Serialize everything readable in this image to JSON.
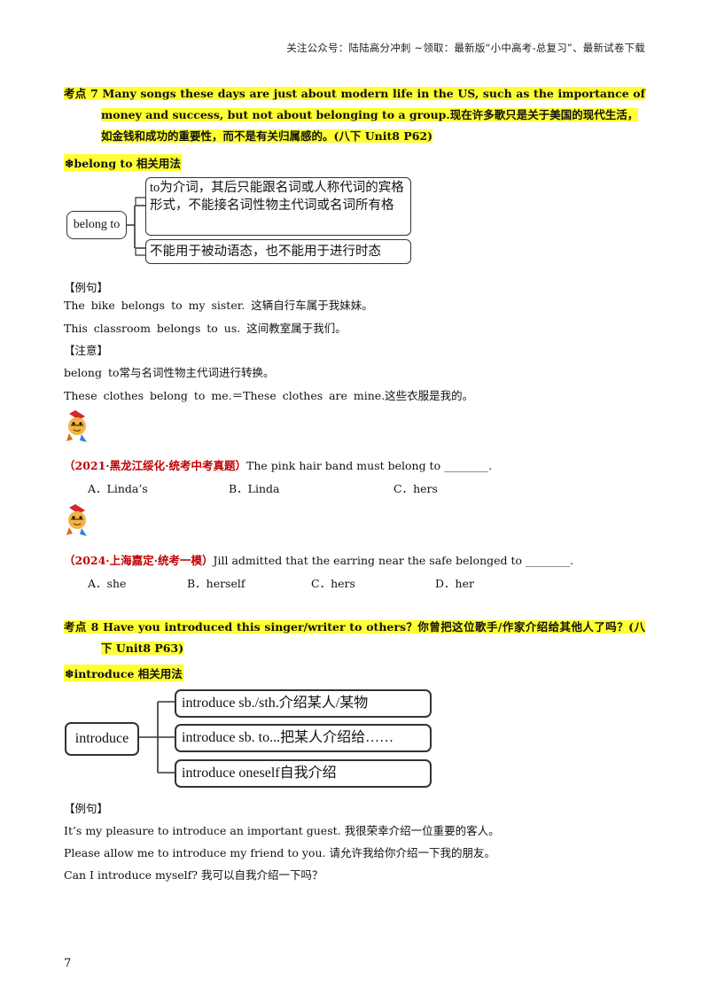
{
  "header": "关注公众号：陆陆高分冲刺 ~领取：最新版“小中高考-总复习”、最新试卷下载",
  "section7": {
    "line1": "考点 7 Many songs these days are just about modern life in the US, such as the importance of",
    "line2": "money and success, but not about belonging to a group.现在许多歌只是关于美国的现代生活，",
    "line3": "如金钱和成功的重要性，而不是有关归属感的。(八下 Unit8 P62)",
    "subheading": "❄belong to 相关用法",
    "diagram": {
      "root": "belong to",
      "branch1": "to为介词，其后只能跟名词或人称代词的宾格形式，不能接名词性物主代词或名词所有格",
      "branch2": "不能用于被动语态，也不能用于进行时态"
    },
    "example_label": "【例句】",
    "examples": [
      "The bike belongs to my sister. 这辆自行车属于我妹妹。",
      "This classroom belongs to us. 这间教室属于我们。"
    ],
    "note_label": "【注意】",
    "notes": [
      "belong to常与名词性物主代词进行转换。",
      "These clothes belong to me.＝These clothes are mine.这些衣服是我的。"
    ],
    "q1": {
      "source": "（2021·黑龙江绥化·统考中考真题）",
      "stem": "The pink hair band must belong to ________.",
      "options": [
        "A．Linda’s",
        "B．Linda",
        "C．hers"
      ]
    },
    "q2": {
      "source": "（2024·上海嘉定·统考一模）",
      "stem": "Jill admitted that the earring near the safe belonged to ________.",
      "options": [
        "A．she",
        "B．herself",
        "C．hers",
        "D．her"
      ]
    }
  },
  "section8": {
    "line1": "考点 8 Have you introduced this singer/writer to others？你曾把这位歌手/作家介绍给其他人了吗？(八",
    "line2": "下 Unit8 P63)",
    "subheading": "❄introduce 相关用法",
    "diagram": {
      "root": "introduce",
      "branches": [
        "introduce sb./sth.介绍某人/某物",
        "introduce sb. to...把某人介绍给……",
        "introduce oneself自我介绍"
      ]
    },
    "example_label": "【例句】",
    "examples": [
      "It’s my pleasure to introduce an important guest. 我很荣幸介绍一位重要的客人。",
      "Please allow me to introduce my friend to you. 请允许我给你介绍一下我的朋友。",
      "Can I introduce myself? 我可以自我介绍一下吗？"
    ]
  },
  "page_number": "7",
  "colors": {
    "highlight": "#ffff33",
    "source_red": "#c00000"
  },
  "icons": [
    "pencil-mascot-icon"
  ]
}
